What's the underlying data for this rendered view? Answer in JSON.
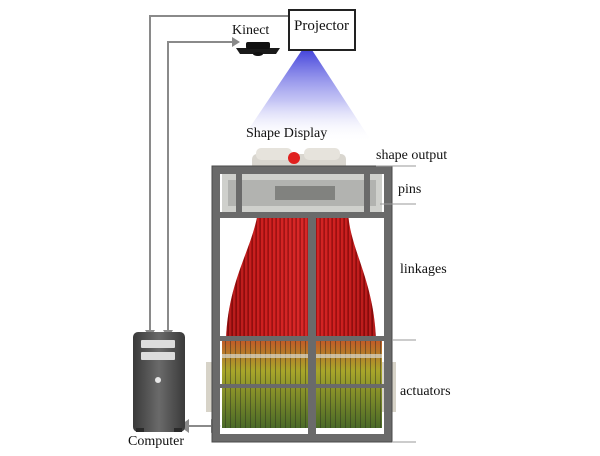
{
  "labels": {
    "projector": "Projector",
    "kinect": "Kinect",
    "shape_display": "Shape Display",
    "shape_output": "shape output",
    "pins": "pins",
    "linkages": "linkages",
    "actuators": "actuators",
    "computer": "Computer"
  },
  "colors": {
    "projection_beam": "#3b3bd9",
    "pins_red": "#c41818",
    "ball_red": "#e0201e",
    "frame_gray": "#6a6a6a",
    "connector_lines": "#8a8a8a",
    "actuators_yellow": "#a8a62a"
  }
}
